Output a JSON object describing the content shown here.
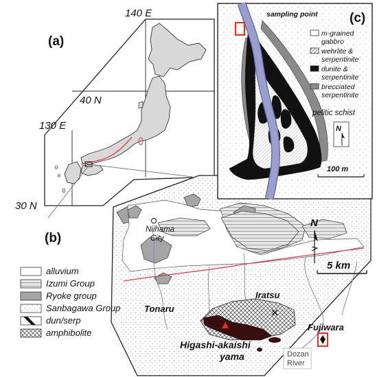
{
  "panel_a": {
    "label": "(a)",
    "lon_140": "140 E",
    "lat_40": "40 N",
    "lon_130": "130 E",
    "lat_30": "30 N"
  },
  "panel_b": {
    "label": "(b)",
    "places": {
      "niihama": [
        "Niihama",
        "City"
      ],
      "tonaru": "Tonaru",
      "iratsu": "Iratsu",
      "fujiwara": "Fujiwara",
      "higashi": [
        "Higashi-akaishi",
        "yama"
      ],
      "dozan": [
        "Dozan",
        "River"
      ]
    },
    "north": "N",
    "scale": "5 km",
    "legend": [
      {
        "label": "alluvium",
        "pattern": "white"
      },
      {
        "label": "Izumi Group",
        "pattern": "light-hatch"
      },
      {
        "label": "Ryoke group",
        "pattern": "gray"
      },
      {
        "label": "Sanbagawa Group",
        "pattern": "dots"
      },
      {
        "label": "dun/serp",
        "pattern": "black-white"
      },
      {
        "label": "amphibolite",
        "pattern": "crosshatch"
      }
    ]
  },
  "panel_c": {
    "label": "(c)",
    "sampling": "sampling point",
    "legend": [
      {
        "label": [
          "m-grained",
          "gabbro"
        ],
        "pattern": "white"
      },
      {
        "label": [
          "wehrlite &",
          "serpentinite"
        ],
        "pattern": "hatch"
      },
      {
        "label": [
          "dunite &",
          "serpentinite"
        ],
        "pattern": "black"
      },
      {
        "label": [
          "brecciated",
          "serpentinite"
        ],
        "pattern": "gray"
      }
    ],
    "pelitic": "pelitic schist",
    "north": "N",
    "scale": "100 m"
  },
  "colors": {
    "map_fill": "#dcdcdc",
    "river": "#9a9fd0",
    "river_edge": "#6a6fa8",
    "highlight": "#e0302a",
    "dunite": "#111111",
    "brecciated": "#8a8a8a",
    "ryoke": "#a5a5a5",
    "red_fault": "#d23a4a",
    "dun_b": "#3a0e0e"
  }
}
